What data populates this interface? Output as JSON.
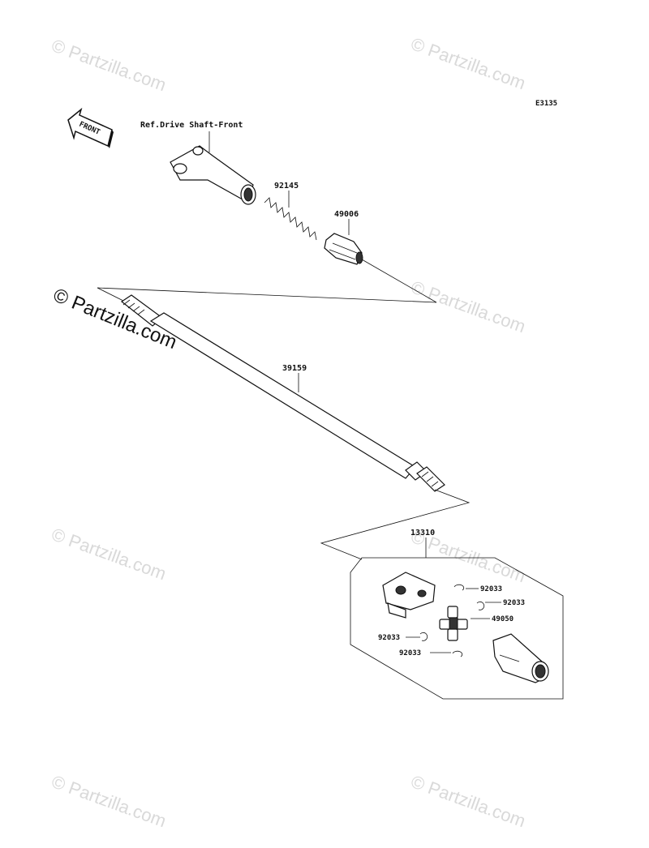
{
  "diagram": {
    "code": "E3135",
    "front_label": "FRONT",
    "ref_label": "Ref.Drive Shaft-Front"
  },
  "parts": {
    "spring": "92145",
    "boot": "49006",
    "shaft": "39159",
    "joint_assy": "13310",
    "snap_ring_1": "92033",
    "snap_ring_2": "92033",
    "snap_ring_3": "92033",
    "snap_ring_4": "92033",
    "spider": "49050"
  },
  "watermarks": {
    "main": "© Partzilla.com",
    "faint": "© Partzilla.com"
  }
}
